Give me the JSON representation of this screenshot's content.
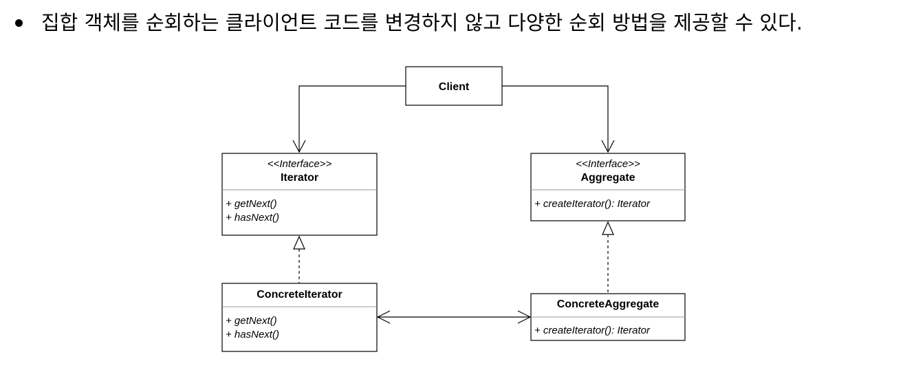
{
  "header": {
    "bullet_text": "집합 객체를 순회하는 클라이언트 코드를 변경하지 않고 다양한 순회 방법을 제공할 수 있다."
  },
  "diagram": {
    "client": {
      "name": "Client"
    },
    "iterator": {
      "stereotype": "<<Interface>>",
      "name": "Iterator",
      "members": [
        "+ getNext()",
        "+ hasNext()"
      ]
    },
    "aggregate": {
      "stereotype": "<<Interface>>",
      "name": "Aggregate",
      "members": [
        "+ createIterator(): Iterator"
      ]
    },
    "concrete_iterator": {
      "name": "ConcreteIterator",
      "members": [
        "+ getNext()",
        "+ hasNext()"
      ]
    },
    "concrete_aggregate": {
      "name": "ConcreteAggregate",
      "members": [
        "+ createIterator(): Iterator"
      ]
    }
  }
}
